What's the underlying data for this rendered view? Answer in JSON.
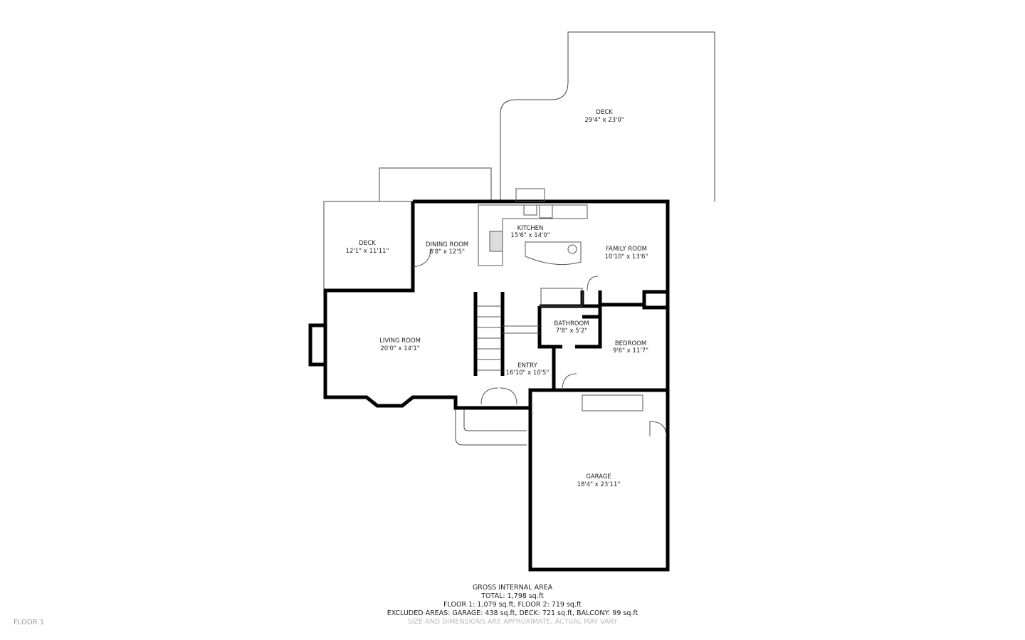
{
  "rooms": [
    {
      "name": "DECK",
      "size": "29'4\" x 23'0\""
    },
    {
      "name": "DECK",
      "size": "12'1\" x 11'11\""
    },
    {
      "name": "DINING ROOM",
      "size": "8'8\" x 12'5\""
    },
    {
      "name": "KITCHEN",
      "size": "15'6\" x 14'0\""
    },
    {
      "name": "FAMILY ROOM",
      "size": "10'10\" x 13'6\""
    },
    {
      "name": "LIVING ROOM",
      "size": "20'0\" x 14'1\""
    },
    {
      "name": "BATHROOM",
      "size": "7'8\" x 5'2\""
    },
    {
      "name": "BEDROOM",
      "size": "9'6\" x 11'7\""
    },
    {
      "name": "ENTRY",
      "size": "16'10\" x 10'5\""
    },
    {
      "name": "GARAGE",
      "size": "18'4\" x 23'11\""
    }
  ],
  "summary": {
    "title": "GROSS INTERNAL AREA",
    "total": "TOTAL: 1,798 sq.ft",
    "floors": "FLOOR 1: 1,079 sq.ft, FLOOR 2: 719 sq.ft",
    "excluded": "EXCLUDED AREAS: GARAGE: 438 sq.ft, DECK: 721 sq.ft, BALCONY: 99 sq.ft",
    "note": "SIZE AND DIMENSIONS ARE APPROXIMATE, ACTUAL MAY VARY"
  },
  "floor_label": "FLOOR 1"
}
